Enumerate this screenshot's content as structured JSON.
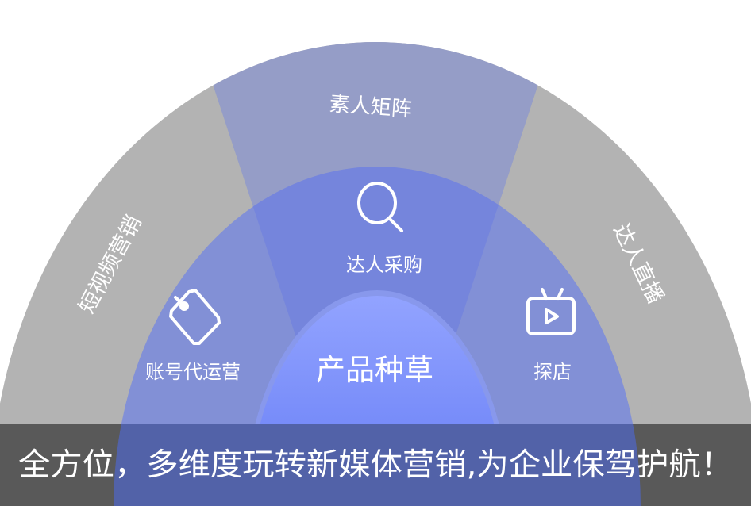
{
  "outer_ring": {
    "left_label": "短视频营销",
    "top_label": "素人矩阵",
    "right_label": "达人直播"
  },
  "middle_ring": {
    "left_label": "账号代运营",
    "top_label": "达人采购",
    "right_label": "探店",
    "left_icon": "tag-icon",
    "top_icon": "search-icon",
    "right_icon": "tv-play-icon"
  },
  "core": {
    "label": "产品种草"
  },
  "banner": {
    "text": "全方位，多维度玩转新媒体营销,为企业保驾护航！"
  },
  "colors": {
    "outer": "#b3b3b3",
    "top_sector": "#959dc7",
    "middle": "#8290d6",
    "middle_top": "#7585dc",
    "core_top": "#8fa0ff",
    "core_bottom": "#6a80f5",
    "banner": "#595959"
  }
}
